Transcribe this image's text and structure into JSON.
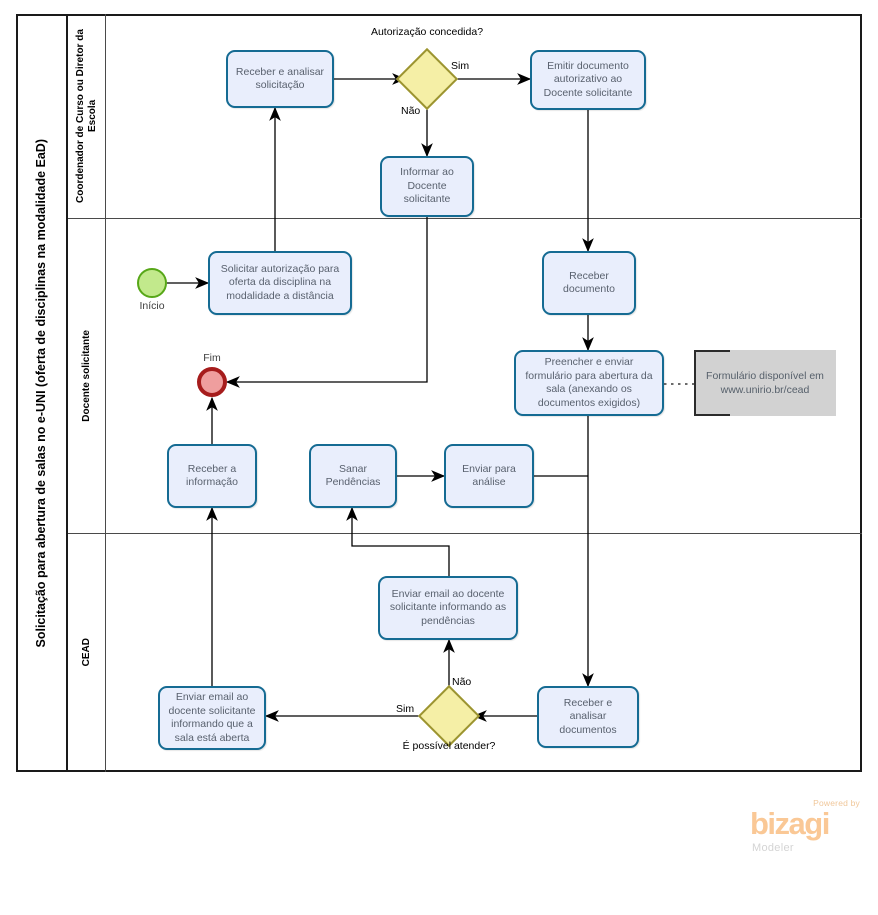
{
  "pool": {
    "title": "Solicitação para abertura de salas no e-UNI (oferta de disciplinas na modalidade EaD)"
  },
  "lanes": [
    {
      "id": "coordenador",
      "label": "Coordenador de Curso ou Diretor da Escola"
    },
    {
      "id": "docente",
      "label": "Docente  solicitante"
    },
    {
      "id": "cead",
      "label": "CEAD"
    }
  ],
  "events": [
    {
      "id": "start",
      "type": "start",
      "label": "Início"
    },
    {
      "id": "end",
      "type": "end",
      "label": "Fim"
    }
  ],
  "tasks": [
    {
      "id": "t1",
      "lane": "coordenador",
      "label": "Receber  e analisar solicitação"
    },
    {
      "id": "t2",
      "lane": "coordenador",
      "label": "Emitir documento autorizativo ao Docente solicitante"
    },
    {
      "id": "t3",
      "lane": "coordenador",
      "label": "Informar ao Docente solicitante"
    },
    {
      "id": "t4",
      "lane": "docente",
      "label": "Solicitar autorização para oferta da disciplina na modalidade a distância"
    },
    {
      "id": "t5",
      "lane": "docente",
      "label": "Receber documento"
    },
    {
      "id": "t6",
      "lane": "docente",
      "label": "Preencher e enviar formulário para abertura da sala (anexando os documentos exigidos)"
    },
    {
      "id": "t7",
      "lane": "docente",
      "label": "Receber a informação"
    },
    {
      "id": "t8",
      "lane": "docente",
      "label": "Sanar Pendências"
    },
    {
      "id": "t9",
      "lane": "docente",
      "label": "Enviar para análise"
    },
    {
      "id": "t10",
      "lane": "cead",
      "label": "Enviar email ao docente solicitante informando as pendências"
    },
    {
      "id": "t11",
      "lane": "cead",
      "label": "Enviar email ao docente solicitante informando que a sala está aberta"
    },
    {
      "id": "t12",
      "lane": "cead",
      "label": "Receber e analisar documentos"
    }
  ],
  "gateways": [
    {
      "id": "g1",
      "lane": "coordenador",
      "label": "Autorização concedida?"
    },
    {
      "id": "g2",
      "lane": "cead",
      "label": "É possível atender?"
    }
  ],
  "flow_labels": [
    {
      "id": "g1-yes",
      "text": "Sim"
    },
    {
      "id": "g1-no",
      "text": "Não"
    },
    {
      "id": "g2-no",
      "text": "Não"
    },
    {
      "id": "g2-yes",
      "text": "Sim"
    }
  ],
  "annotations": [
    {
      "id": "a1",
      "text": "Formulário disponível em www.unirio.br/cead"
    }
  ],
  "branding": {
    "powered_by": "Powered by",
    "name": "bizagi",
    "product": "Modeler"
  },
  "colors": {
    "task_fill": "#e9eefc",
    "task_border": "#156b93",
    "gateway_fill": "#f5efa6",
    "gateway_border": "#9c9431",
    "start_fill": "#c2e98c",
    "start_border": "#57a718",
    "end_fill": "#ef9e9e",
    "end_border": "#a61c1c",
    "annotation_fill": "#d2d2d2",
    "logo_accent": "#fac896"
  }
}
